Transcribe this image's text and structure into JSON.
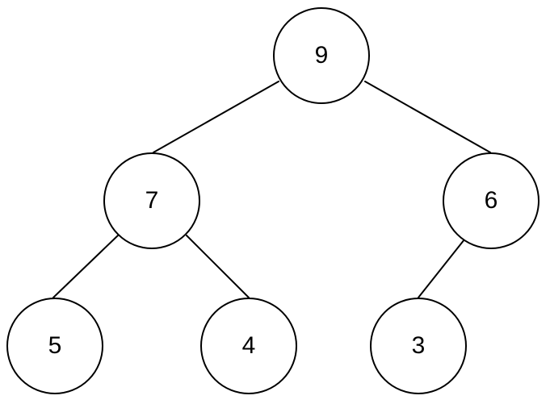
{
  "tree": {
    "nodes": [
      {
        "id": "root",
        "label": "9"
      },
      {
        "id": "left",
        "label": "7"
      },
      {
        "id": "right",
        "label": "6"
      },
      {
        "id": "ll",
        "label": "5"
      },
      {
        "id": "lr",
        "label": "4"
      },
      {
        "id": "rl",
        "label": "3"
      }
    ],
    "edges": [
      {
        "from": "root",
        "to": "left"
      },
      {
        "from": "root",
        "to": "right"
      },
      {
        "from": "left",
        "to": "ll"
      },
      {
        "from": "left",
        "to": "lr"
      },
      {
        "from": "right",
        "to": "rl"
      }
    ]
  },
  "colors": {
    "stroke": "#000000",
    "fill": "#ffffff",
    "text": "#000000",
    "background": "#ffffff"
  }
}
